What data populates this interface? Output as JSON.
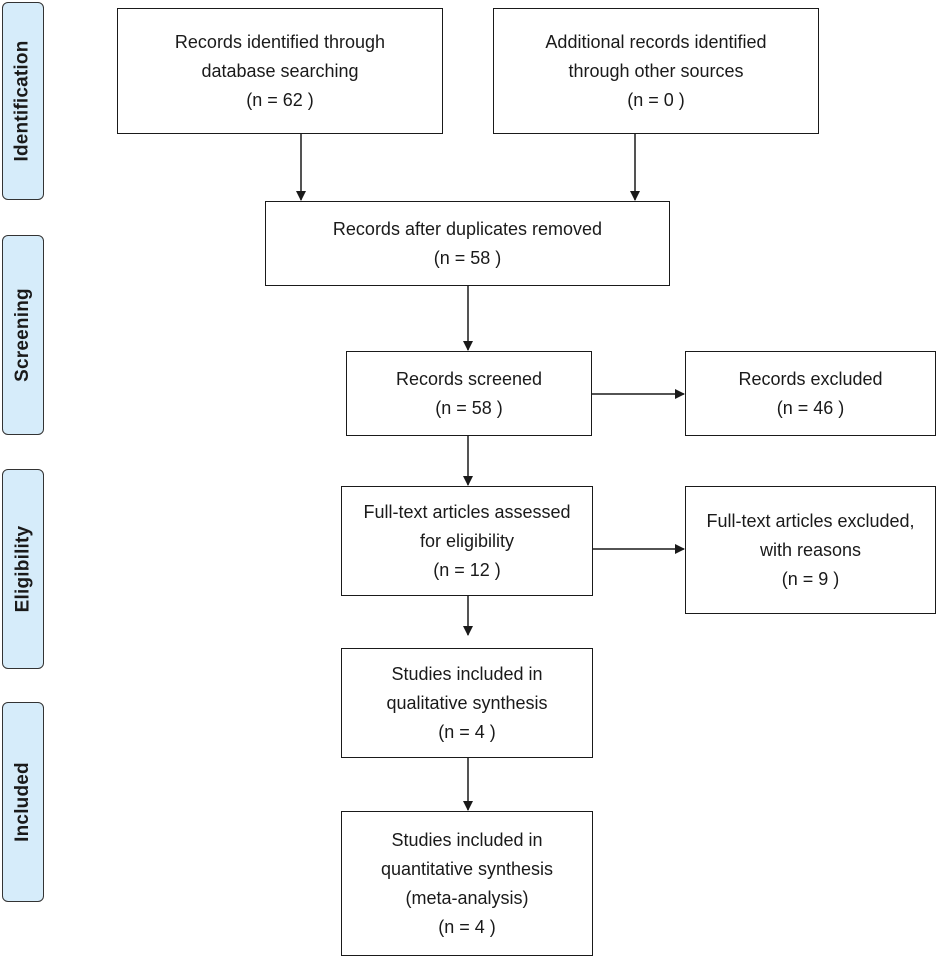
{
  "stages": {
    "identification": "Identification",
    "screening": "Screening",
    "eligibility": "Eligibility",
    "included": "Included"
  },
  "boxes": {
    "database_search": {
      "line1": "Records identified through",
      "line2": "database searching",
      "count": "(n = 62 )"
    },
    "other_sources": {
      "line1": "Additional records identified",
      "line2": "through other sources",
      "count": "(n = 0 )"
    },
    "duplicates_removed": {
      "line1": "Records after duplicates removed",
      "count": "(n = 58 )"
    },
    "screened": {
      "line1": "Records screened",
      "count": "(n = 58 )"
    },
    "excluded": {
      "line1": "Records excluded",
      "count": "(n = 46 )"
    },
    "fulltext_assessed": {
      "line1": "Full-text articles assessed",
      "line2": "for eligibility",
      "count": "(n = 12 )"
    },
    "fulltext_excluded": {
      "line1": "Full-text articles excluded,",
      "line2": "with reasons",
      "count": "(n = 9 )"
    },
    "qualitative": {
      "line1": "Studies included in",
      "line2": "qualitative synthesis",
      "count": "(n = 4 )"
    },
    "quantitative": {
      "line1": "Studies included in",
      "line2": "quantitative synthesis",
      "line3": "(meta-analysis)",
      "count": "(n = 4 )"
    }
  }
}
